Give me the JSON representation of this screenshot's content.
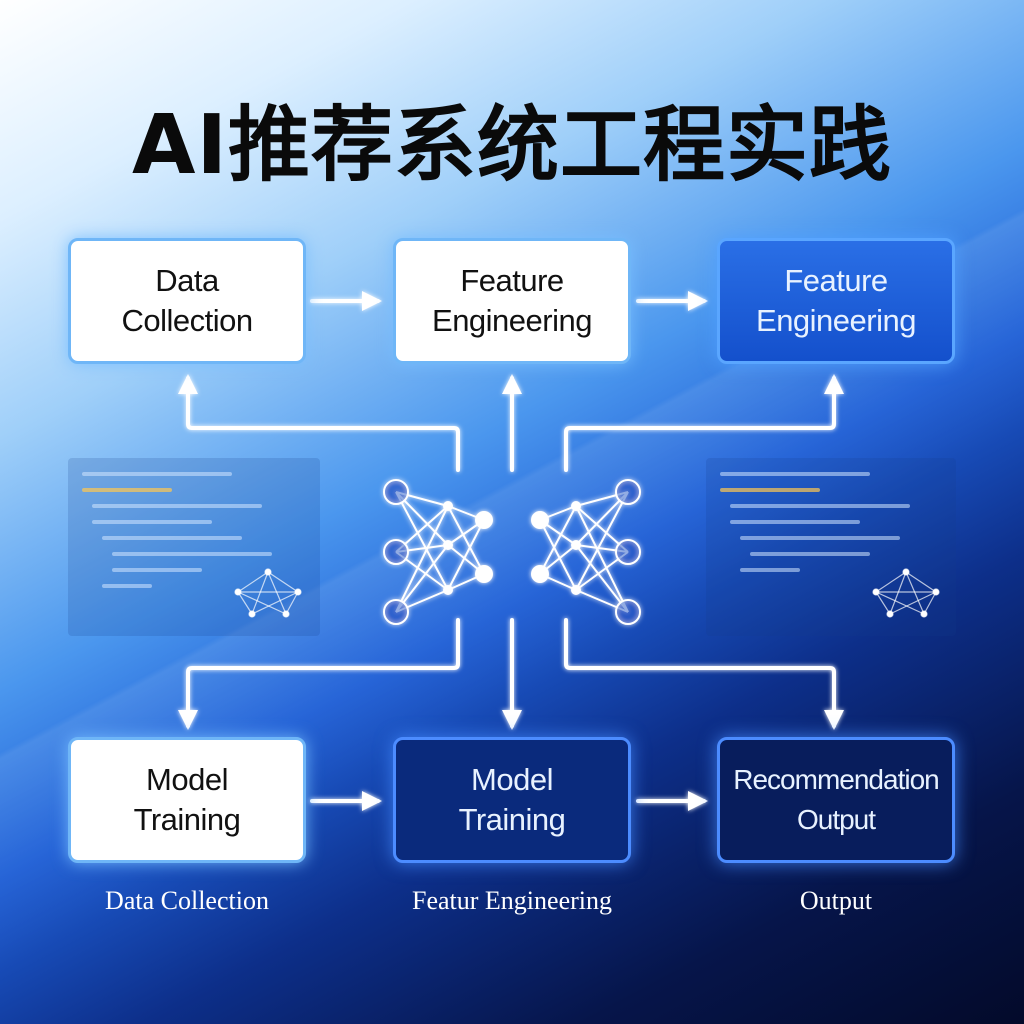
{
  "title": "AI推荐系统工程实践",
  "boxes": {
    "top_left": {
      "line1": "Data",
      "line2": "Collection"
    },
    "top_middle": {
      "line1": "Feature",
      "line2": "Engineering"
    },
    "top_right": {
      "line1": "Feature",
      "line2": "Engineering"
    },
    "bottom_left": {
      "line1": "Model",
      "line2": "Training"
    },
    "bottom_middle": {
      "line1": "Model",
      "line2": "Training"
    },
    "bottom_right": {
      "line1": "Recommendation",
      "line2": "Output"
    }
  },
  "captions": {
    "left": "Data Collection",
    "middle": "Featur Engineering",
    "right": "Output"
  },
  "colors": {
    "title": "#0a0a0a",
    "box_light": "#ffffff",
    "box_blue": "#1f60dc",
    "box_dark": "#0a2a7c",
    "connector": "#ffffff"
  }
}
